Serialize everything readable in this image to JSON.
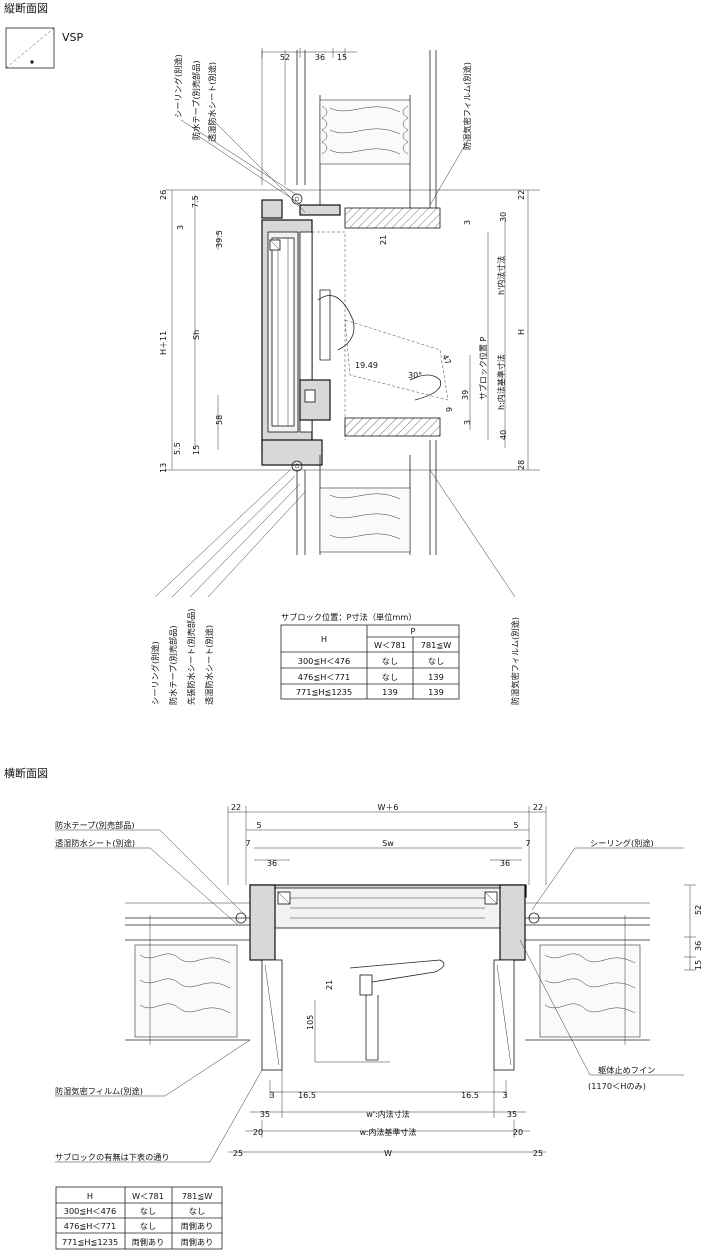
{
  "vertical_section": {
    "title": "縦断面図",
    "legend_label": "VSP",
    "labels_top": [
      "シーリング(別途)",
      "防水テープ(別売部品)",
      "透湿防水シート(別途)"
    ],
    "label_top_right": "防湿気密フィルム(別途)",
    "labels_bottom": [
      "シーリング(別途)",
      "防水テープ(別売部品)",
      "先張防水シート(別売部品)",
      "透湿防水シート(別途)"
    ],
    "label_bottom_right": "防湿気密フィルム(別途)",
    "dims_top": [
      "52",
      "36",
      "15"
    ],
    "dims_left": [
      "26",
      "7.5",
      "3",
      "39.5",
      "H＋11",
      "Sh",
      "58",
      "5.5",
      "15",
      "13"
    ],
    "dims_right": [
      "22",
      "30",
      "3",
      "21",
      "H",
      "h'内法寸法",
      "サブロック位置 P",
      "h:内法基準寸法",
      "39",
      "9",
      "3",
      "40",
      "28"
    ],
    "dims_misc": [
      "19.49",
      "30°",
      "47"
    ]
  },
  "vp_table": {
    "caption": "サブロック位置：P寸法（単位mm）",
    "col_h": "H",
    "col_p": "P",
    "sub_headers": [
      "W＜781",
      "781≦W"
    ],
    "rows": [
      {
        "h": "300≦H＜476",
        "a": "なし",
        "b": "なし"
      },
      {
        "h": "476≦H＜771",
        "a": "なし",
        "b": "139"
      },
      {
        "h": "771≦H≦1235",
        "a": "139",
        "b": "139"
      }
    ]
  },
  "horizontal_section": {
    "title": "横断面図",
    "labels_left": [
      "防水テープ(別売部品)",
      "透湿防水シート(別途)",
      "防湿気密フィルム(別途)",
      "サブロックの有無は下表の通り"
    ],
    "label_right_top": "シーリング(別途)",
    "label_right_fin": "躯体止めフイン",
    "label_right_fin_note": "(1170＜Hのみ)",
    "dims_top": [
      "22",
      "W＋6",
      "22",
      "5",
      "5",
      "7",
      "7",
      "Sw",
      "36",
      "36"
    ],
    "dims_right": [
      "52",
      "36",
      "15"
    ],
    "dims_inner": [
      "21",
      "105"
    ],
    "dims_bottom": [
      "3",
      "16.5",
      "16.5",
      "3",
      "35",
      "w':内法寸法",
      "35",
      "20",
      "w:内法基準寸法",
      "20",
      "25",
      "W",
      "25"
    ]
  },
  "hp_table": {
    "col_h": "H",
    "sub_headers": [
      "W＜781",
      "781≦W"
    ],
    "rows": [
      {
        "h": "300≦H＜476",
        "a": "なし",
        "b": "なし"
      },
      {
        "h": "476≦H＜771",
        "a": "なし",
        "b": "両側あり"
      },
      {
        "h": "771≦H≦1235",
        "a": "両側あり",
        "b": "両側あり"
      }
    ]
  }
}
